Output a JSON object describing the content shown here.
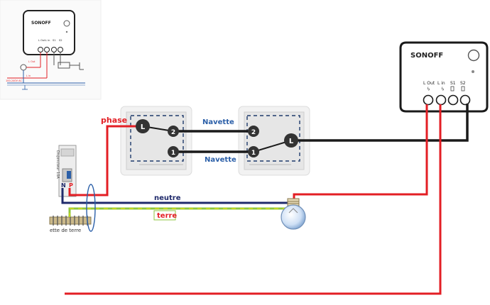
{
  "thumbnail": {
    "brand": "SONOFF",
    "terminals": [
      "L Out",
      "L in",
      "S1",
      "S2"
    ],
    "lamp_label": "L Out",
    "lin_label": "L in",
    "supply_label": "100-240V AC"
  },
  "module": {
    "brand": "SONOFF",
    "terminals": [
      "L Out",
      "L in",
      "S1",
      "S2"
    ]
  },
  "switch_left": {
    "L": "L",
    "t1": "1",
    "t2": "2"
  },
  "switch_right": {
    "L": "L",
    "t1": "1",
    "t2": "2"
  },
  "labels": {
    "phase": "phase",
    "navette_top": "Navette",
    "navette_bottom": "Navette",
    "neutre": "neutre",
    "terre": "terre",
    "breaker": "Disjoncteur 10A",
    "breaker_n": "N",
    "breaker_p": "P",
    "earth_bar": "ette de terre"
  },
  "colors": {
    "phase": "#e31e24",
    "neutral": "#1f2a6b",
    "earth": "#8dc63f",
    "earth_stripe": "#f2e200",
    "navette": "#1a1a1a",
    "label_blue": "#2b5fa8",
    "label_red": "#e31e24"
  }
}
